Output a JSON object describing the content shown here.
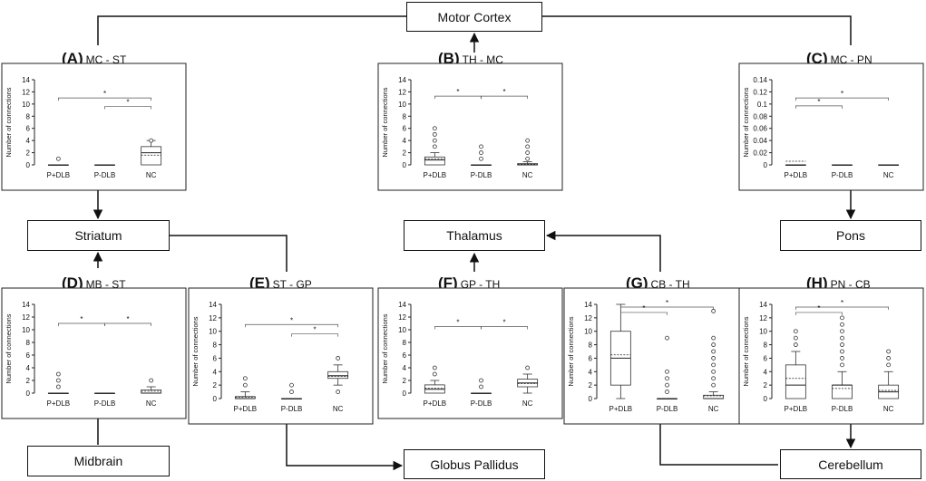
{
  "nodes": {
    "motor_cortex": "Motor Cortex",
    "striatum": "Striatum",
    "thalamus": "Thalamus",
    "pons": "Pons",
    "midbrain": "Midbrain",
    "globus_pallidus": "Globus Pallidus",
    "cerebellum": "Cerebellum"
  },
  "panels": [
    {
      "letter": "(A)",
      "label": "MC - ST"
    },
    {
      "letter": "(B)",
      "label": "TH - MC"
    },
    {
      "letter": "(C)",
      "label": "MC - PN"
    },
    {
      "letter": "(D)",
      "label": "MB - ST"
    },
    {
      "letter": "(E)",
      "label": "ST - GP"
    },
    {
      "letter": "(F)",
      "label": "GP - TH"
    },
    {
      "letter": "(G)",
      "label": "CB - TH"
    },
    {
      "letter": "(H)",
      "label": "PN - CB"
    }
  ],
  "chart_data": [
    {
      "type": "box",
      "ylabel": "Number of connections",
      "categories": [
        "P+DLB",
        "P-DLB",
        "NC"
      ],
      "ylim": [
        0,
        14
      ],
      "yticks": [
        0,
        2,
        4,
        6,
        8,
        10,
        12,
        14
      ],
      "boxes": [
        {
          "q1": 0,
          "median": 0,
          "q3": 0,
          "mean": 0,
          "wl": 0,
          "wh": 0,
          "outliers": [
            1
          ]
        },
        {
          "q1": 0,
          "median": 0,
          "q3": 0,
          "mean": 0,
          "wl": 0,
          "wh": 0,
          "outliers": []
        },
        {
          "q1": 0,
          "median": 2,
          "q3": 3,
          "mean": 1.6,
          "wl": 0,
          "wh": 4,
          "outliers": [
            4
          ]
        }
      ],
      "sig": [
        {
          "from": 0,
          "to": 2,
          "y": 11,
          "mark": "*"
        },
        {
          "from": 1,
          "to": 2,
          "y": 9.6,
          "mark": "*"
        }
      ]
    },
    {
      "type": "box",
      "ylabel": "Number of connections",
      "categories": [
        "P+DLB",
        "P-DLB",
        "NC"
      ],
      "ylim": [
        0,
        14
      ],
      "yticks": [
        0,
        2,
        4,
        6,
        8,
        10,
        12,
        14
      ],
      "boxes": [
        {
          "q1": 0,
          "median": 0.8,
          "q3": 1.3,
          "mean": 1,
          "wl": 0,
          "wh": 2,
          "outliers": [
            3,
            4,
            5,
            6
          ]
        },
        {
          "q1": 0,
          "median": 0,
          "q3": 0,
          "mean": 0,
          "wl": 0,
          "wh": 0,
          "outliers": [
            1,
            2,
            3
          ]
        },
        {
          "q1": 0,
          "median": 0,
          "q3": 0.2,
          "mean": 0.1,
          "wl": 0,
          "wh": 0.5,
          "outliers": [
            1,
            2,
            3,
            4
          ]
        }
      ],
      "sig": [
        {
          "from": 0,
          "to": 1,
          "y": 11.3,
          "mark": "*"
        },
        {
          "from": 1,
          "to": 2,
          "y": 11.3,
          "mark": "*"
        }
      ]
    },
    {
      "type": "box",
      "ylabel": "Number of connections",
      "categories": [
        "P+DLB",
        "P-DLB",
        "NC"
      ],
      "ylim": [
        0,
        0.14
      ],
      "yticks": [
        0,
        0.02,
        0.04,
        0.06,
        0.08,
        0.1,
        0.12,
        0.14
      ],
      "boxes": [
        {
          "q1": 0,
          "median": 0,
          "q3": 0,
          "mean": 0.006,
          "wl": 0,
          "wh": 0,
          "outliers": []
        },
        {
          "q1": 0,
          "median": 0,
          "q3": 0,
          "mean": 0,
          "wl": 0,
          "wh": 0,
          "outliers": []
        },
        {
          "q1": 0,
          "median": 0,
          "q3": 0,
          "mean": 0,
          "wl": 0,
          "wh": 0,
          "outliers": []
        }
      ],
      "sig": [
        {
          "from": 0,
          "to": 2,
          "y": 0.11,
          "mark": "*"
        },
        {
          "from": 0,
          "to": 1,
          "y": 0.097,
          "mark": "*"
        }
      ]
    },
    {
      "type": "box",
      "ylabel": "Number of connections",
      "categories": [
        "P+DLB",
        "P-DLB",
        "NC"
      ],
      "ylim": [
        0,
        14
      ],
      "yticks": [
        0,
        2,
        4,
        6,
        8,
        10,
        12,
        14
      ],
      "boxes": [
        {
          "q1": 0,
          "median": 0,
          "q3": 0,
          "mean": 0,
          "wl": 0,
          "wh": 0,
          "outliers": [
            1,
            2,
            3
          ]
        },
        {
          "q1": 0,
          "median": 0,
          "q3": 0,
          "mean": 0,
          "wl": 0,
          "wh": 0,
          "outliers": []
        },
        {
          "q1": 0,
          "median": 0,
          "q3": 0.5,
          "mean": 0.3,
          "wl": 0,
          "wh": 1,
          "outliers": [
            2
          ]
        }
      ],
      "sig": [
        {
          "from": 0,
          "to": 1,
          "y": 11,
          "mark": "*"
        },
        {
          "from": 1,
          "to": 2,
          "y": 11,
          "mark": "*"
        }
      ]
    },
    {
      "type": "box",
      "ylabel": "Number of connections",
      "categories": [
        "P+DLB",
        "P-DLB",
        "NC"
      ],
      "ylim": [
        0,
        14
      ],
      "yticks": [
        0,
        2,
        4,
        6,
        8,
        10,
        12,
        14
      ],
      "boxes": [
        {
          "q1": 0,
          "median": 0,
          "q3": 0.3,
          "mean": 0.2,
          "wl": 0,
          "wh": 1,
          "outliers": [
            2,
            3
          ]
        },
        {
          "q1": 0,
          "median": 0,
          "q3": 0,
          "mean": 0,
          "wl": 0,
          "wh": 0,
          "outliers": [
            1,
            2
          ]
        },
        {
          "q1": 3,
          "median": 3.4,
          "q3": 4,
          "mean": 3.3,
          "wl": 2,
          "wh": 5,
          "outliers": [
            1,
            6
          ]
        }
      ],
      "sig": [
        {
          "from": 0,
          "to": 2,
          "y": 11,
          "mark": "*"
        },
        {
          "from": 1,
          "to": 2,
          "y": 9.6,
          "mark": "*"
        }
      ]
    },
    {
      "type": "box",
      "ylabel": "Number of connections",
      "categories": [
        "P+DLB",
        "P-DLB",
        "NC"
      ],
      "ylim": [
        0,
        14
      ],
      "yticks": [
        0,
        2,
        4,
        6,
        8,
        10,
        12,
        14
      ],
      "boxes": [
        {
          "q1": 0,
          "median": 0.6,
          "q3": 1.3,
          "mean": 0.8,
          "wl": 0,
          "wh": 2,
          "outliers": [
            3,
            4
          ]
        },
        {
          "q1": 0,
          "median": 0,
          "q3": 0,
          "mean": 0,
          "wl": 0,
          "wh": 0,
          "outliers": [
            1,
            2
          ]
        },
        {
          "q1": 1,
          "median": 1.6,
          "q3": 2.2,
          "mean": 1.5,
          "wl": 0,
          "wh": 3,
          "outliers": [
            4
          ]
        }
      ],
      "sig": [
        {
          "from": 0,
          "to": 1,
          "y": 10.5,
          "mark": "*"
        },
        {
          "from": 1,
          "to": 2,
          "y": 10.5,
          "mark": "*"
        }
      ]
    },
    {
      "type": "box",
      "ylabel": "Number of connections",
      "categories": [
        "P+DLB",
        "P-DLB",
        "NC"
      ],
      "ylim": [
        0,
        14
      ],
      "yticks": [
        0,
        2,
        4,
        6,
        8,
        10,
        12,
        14
      ],
      "boxes": [
        {
          "q1": 2,
          "median": 6,
          "q3": 10,
          "mean": 6.5,
          "wl": 0,
          "wh": 14,
          "outliers": []
        },
        {
          "q1": 0,
          "median": 0,
          "q3": 0,
          "mean": 0,
          "wl": 0,
          "wh": 0,
          "outliers": [
            1,
            2,
            3,
            4,
            9
          ]
        },
        {
          "q1": 0,
          "median": 0,
          "q3": 0.5,
          "mean": 0.4,
          "wl": 0,
          "wh": 1,
          "outliers": [
            2,
            3,
            4,
            5,
            6,
            7,
            8,
            9,
            13
          ]
        }
      ],
      "sig": [
        {
          "from": 0,
          "to": 2,
          "y": 13.6,
          "mark": "*"
        },
        {
          "from": 0,
          "to": 1,
          "y": 12.8,
          "mark": "*"
        }
      ]
    },
    {
      "type": "box",
      "ylabel": "Number of connections",
      "categories": [
        "P+DLB",
        "P-DLB",
        "NC"
      ],
      "ylim": [
        0,
        14
      ],
      "yticks": [
        0,
        2,
        4,
        6,
        8,
        10,
        12,
        14
      ],
      "boxes": [
        {
          "q1": 0,
          "median": 2,
          "q3": 5,
          "mean": 3,
          "wl": 0,
          "wh": 7,
          "outliers": [
            8,
            9,
            10
          ]
        },
        {
          "q1": 0,
          "median": 2,
          "q3": 2,
          "mean": 1.5,
          "wl": 0,
          "wh": 4,
          "outliers": [
            5,
            6,
            7,
            8,
            9,
            10,
            11,
            12
          ]
        },
        {
          "q1": 0,
          "median": 1,
          "q3": 2,
          "mean": 1.2,
          "wl": 0,
          "wh": 4,
          "outliers": [
            5,
            6,
            7
          ]
        }
      ],
      "sig": [
        {
          "from": 0,
          "to": 2,
          "y": 13.6,
          "mark": "*"
        },
        {
          "from": 0,
          "to": 1,
          "y": 12.8,
          "mark": "*"
        }
      ]
    }
  ]
}
